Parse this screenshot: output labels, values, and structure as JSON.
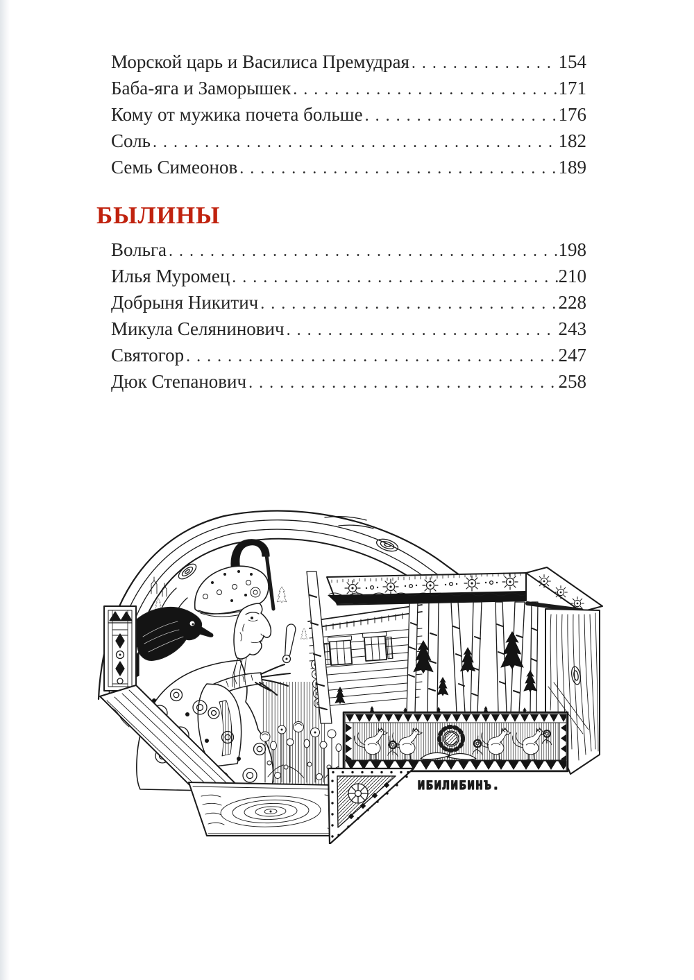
{
  "colors": {
    "accent_red": "#c0220e",
    "ink": "#242424"
  },
  "toc": {
    "part1": [
      {
        "title": "Морской царь и Василиса Премудрая",
        "page": "154"
      },
      {
        "title": "Баба-яга и Заморышек",
        "page": "171"
      },
      {
        "title": "Кому от мужика почета больше",
        "page": "176"
      },
      {
        "title": "Соль",
        "page": "182"
      },
      {
        "title": "Семь Симеонов",
        "page": "189"
      }
    ],
    "section": {
      "label": "БЫЛИНЫ"
    },
    "part2": [
      {
        "title": "Вольга",
        "page": "198"
      },
      {
        "title": "Илья Муромец",
        "page": "210"
      },
      {
        "title": "Добрыня Никитич",
        "page": "228"
      },
      {
        "title": "Микула Селянинович",
        "page": "243"
      },
      {
        "title": "Святогор",
        "page": "247"
      },
      {
        "title": "Дюк Степанович",
        "page": "258"
      }
    ]
  },
  "illustration": {
    "signature": "ИБИЛИБИНЪ."
  }
}
